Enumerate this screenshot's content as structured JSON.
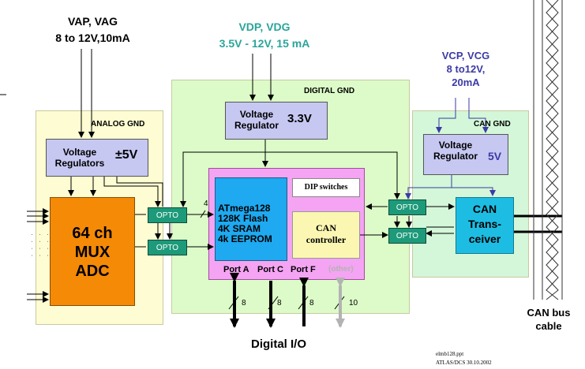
{
  "colors": {
    "analog_bg": "#fdfcd2",
    "digital_bg": "#dcfbc8",
    "can_bg": "#d3f7d8",
    "regulator_bg": "#c6c8f2",
    "mcu_bg": "#f4a4f2",
    "atmega_bg": "#1ea9f0",
    "can_ctrl_bg": "#fbf7b2",
    "mux_bg": "#f58a07",
    "transceiver_bg": "#1dbde3",
    "opto_bg": "#1d9a7a",
    "vdp_text": "#2aa59a",
    "vcp_text": "#3b3aa6",
    "other_gray": "#b3b3b3"
  },
  "supplies": {
    "analog": {
      "line1": "VAP, VAG",
      "line2": "8 to 12V,10mA"
    },
    "digital": {
      "line1": "VDP, VDG",
      "line2": "3.5V - 12V, 15 mA"
    },
    "can": {
      "line1": "VCP, VCG",
      "line2": "8 to12V,",
      "line3": "20mA"
    }
  },
  "zones": {
    "analog_gnd": "ANALOG GND",
    "digital_gnd": "DIGITAL GND",
    "can_gnd": "CAN GND"
  },
  "regulators": {
    "analog": {
      "line1": "Voltage",
      "line2": "Regulators",
      "voltage": "±5V"
    },
    "digital": {
      "line1": "Voltage",
      "line2": "Regulator",
      "voltage": "3.3V"
    },
    "can": {
      "line1": "Voltage",
      "line2": "Regulator",
      "voltage": "5V"
    }
  },
  "mux": {
    "line1": "64 ch",
    "line2": "MUX",
    "line3": "ADC"
  },
  "mcu": {
    "atmega": {
      "line1": "ATmega128",
      "line2": "128K Flash",
      "line3": "4K SRAM",
      "line4": "4k EEPROM"
    },
    "dip": "DIP switches",
    "can_ctrl": {
      "line1": "CAN",
      "line2": "controller"
    },
    "ports": {
      "a": "Port A",
      "c": "Port C",
      "f": "Port F",
      "other": "(other)"
    }
  },
  "opto_label": "OPTO",
  "bus_width_4": "4",
  "port_widths": {
    "a": "8",
    "c": "8",
    "f": "8",
    "other": "10"
  },
  "transceiver": {
    "line1": "CAN",
    "line2": "Trans-",
    "line3": "ceiver"
  },
  "digital_io": "Digital I/O",
  "bus_cable": {
    "line1": "CAN bus",
    "line2": "cable"
  },
  "footer": {
    "file": "elmb128.ppt",
    "meta": "ATLAS/DCS 30.10.2002"
  },
  "left_dots": "· · · ·"
}
